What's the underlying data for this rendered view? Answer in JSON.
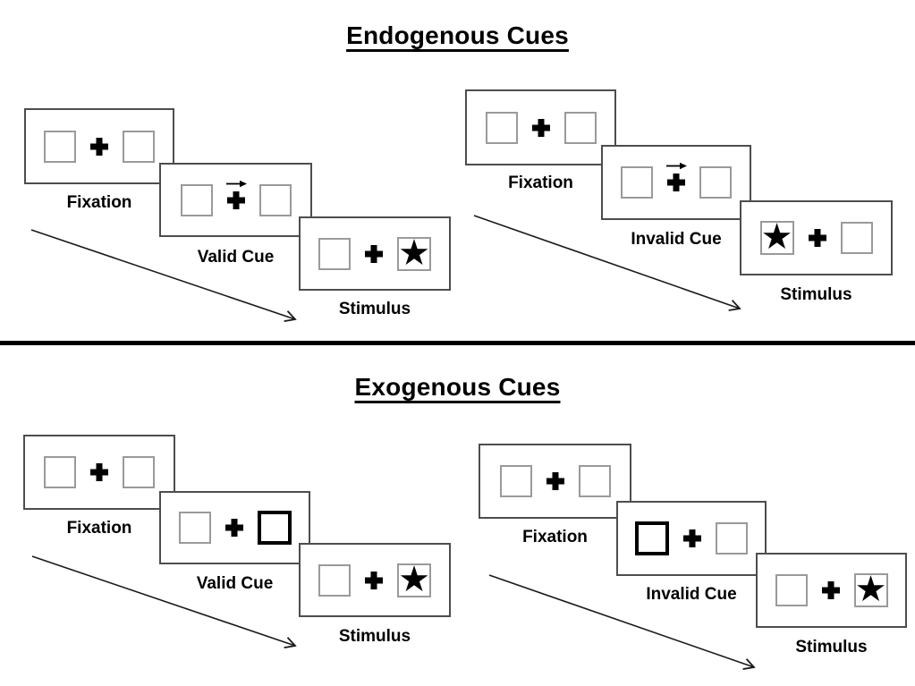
{
  "sections": [
    {
      "title": "Endogenous Cues",
      "trials": [
        {
          "name": "valid-trial",
          "steps": [
            {
              "label": "Fixation"
            },
            {
              "label": "Valid Cue",
              "cue": "central-arrow-right"
            },
            {
              "label": "Stimulus",
              "target_side": "right"
            }
          ]
        },
        {
          "name": "invalid-trial",
          "steps": [
            {
              "label": "Fixation"
            },
            {
              "label": "Invalid Cue",
              "cue": "central-arrow-right"
            },
            {
              "label": "Stimulus",
              "target_side": "left"
            }
          ]
        }
      ]
    },
    {
      "title": "Exogenous Cues",
      "trials": [
        {
          "name": "valid-trial",
          "steps": [
            {
              "label": "Fixation"
            },
            {
              "label": "Valid Cue",
              "cue": "highlighted-box-right"
            },
            {
              "label": "Stimulus",
              "target_side": "right"
            }
          ]
        },
        {
          "name": "invalid-trial",
          "steps": [
            {
              "label": "Fixation"
            },
            {
              "label": "Invalid Cue",
              "cue": "highlighted-box-left"
            },
            {
              "label": "Stimulus",
              "target_side": "right"
            }
          ]
        }
      ]
    }
  ],
  "symbols": {
    "star": "★"
  },
  "colors": {
    "ink": "#000000",
    "card_border": "#4d4d4d",
    "box_border": "#9a9a9a",
    "background": "#ffffff"
  }
}
